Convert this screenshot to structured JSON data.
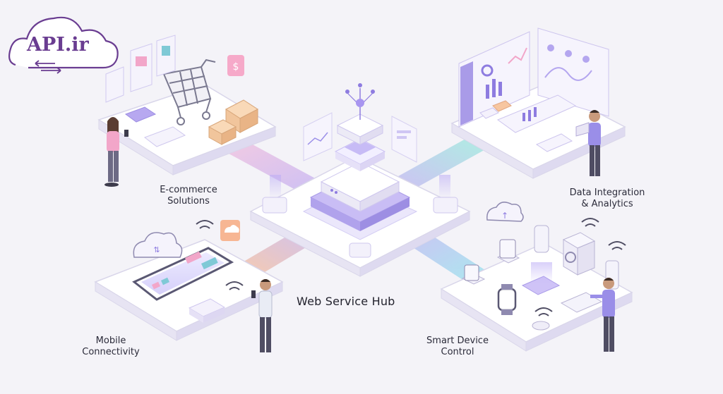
{
  "logo": {
    "text": "API.ir",
    "color": "#6a3d91"
  },
  "hub": {
    "title": "Web Service Hub"
  },
  "modules": {
    "ecommerce": {
      "line1": "E-commerce",
      "line2": "Solutions"
    },
    "analytics": {
      "line1": "Data Integration",
      "line2": "& Analytics"
    },
    "mobile": {
      "line1": "Mobile",
      "line2": "Connectivity"
    },
    "smart": {
      "line1": "Smart Device",
      "line2": "Control"
    }
  },
  "icons": [
    "cloud-icon",
    "shopping-cart-icon",
    "box-icon",
    "smartphone-icon",
    "wifi-icon",
    "server-icon",
    "chart-icon",
    "washing-machine-icon",
    "watch-icon",
    "dollar-icon"
  ],
  "colors": {
    "platform": "#ffffff",
    "platform_edge": "#d9d6ea",
    "accent_purple": "#8e7ce0",
    "accent_pink": "#f2a6c9",
    "accent_teal": "#7fe0cf",
    "accent_orange": "#f6b98f",
    "person_shirt": "#9a8ee8"
  }
}
